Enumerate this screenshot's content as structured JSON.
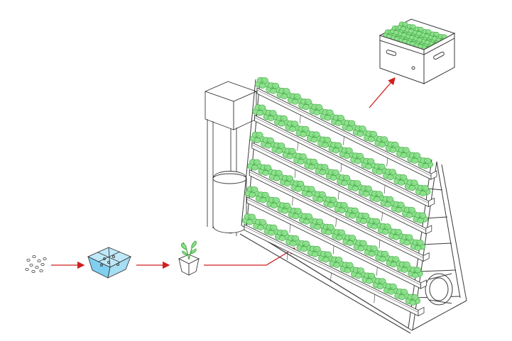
{
  "diagram": {
    "stages": [
      {
        "id": "seeds",
        "icon": "seeds-icon"
      },
      {
        "id": "germination-tray",
        "icon": "water-tray-icon"
      },
      {
        "id": "seedling-pot",
        "icon": "seedling-icon"
      },
      {
        "id": "vertical-hydroponic-rack",
        "icon": "a-frame-rack-icon"
      },
      {
        "id": "harvest-crate",
        "icon": "produce-box-icon"
      }
    ],
    "rack": {
      "shelf_count": 6,
      "plants_per_shelf": 16
    },
    "colors": {
      "line": "#3a3a3a",
      "arrow": "#d11f1f",
      "plant_fill": "#8ee08e",
      "plant_stroke": "#3fa83f",
      "water": "#7fd0f0",
      "panel": "#ffffff"
    }
  }
}
